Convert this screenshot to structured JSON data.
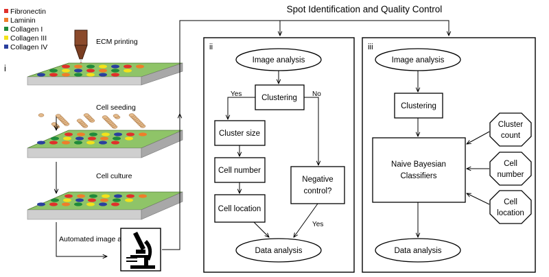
{
  "title": "Spot Identification and Quality Control",
  "legend": [
    {
      "label": "Fibronectin",
      "color": "#e0302a"
    },
    {
      "label": "Laminin",
      "color": "#ef7d2a"
    },
    {
      "label": "Collagen I",
      "color": "#1f8a3a"
    },
    {
      "label": "Collagen III",
      "color": "#f2e21a"
    },
    {
      "label": "Collagen IV",
      "color": "#2a3f9e"
    }
  ],
  "panel_i": {
    "label": "i",
    "steps": {
      "printing": "ECM printing",
      "seeding": "Cell seeding",
      "culture": "Cell culture",
      "acquisition": "Automated image acquistion"
    },
    "microscope_icon": "microscope-icon"
  },
  "panel_ii": {
    "label": "ii",
    "image_analysis": "Image analysis",
    "clustering": "Clustering",
    "yes": "Yes",
    "no": "No",
    "cluster_size": "Cluster size",
    "cell_number": "Cell number",
    "cell_location": "Cell location",
    "negative_control": [
      "Negative",
      "control?"
    ],
    "yes2": "Yes",
    "data_analysis": "Data analysis"
  },
  "panel_iii": {
    "label": "iii",
    "image_analysis": "Image analysis",
    "clustering": "Clustering",
    "classifier": [
      "Naive Bayesian",
      "Classifiers"
    ],
    "cluster_count": [
      "Cluster",
      "count"
    ],
    "cell_number": [
      "Cell",
      "number"
    ],
    "cell_location": [
      "Cell",
      "location"
    ],
    "data_analysis": "Data analysis"
  }
}
